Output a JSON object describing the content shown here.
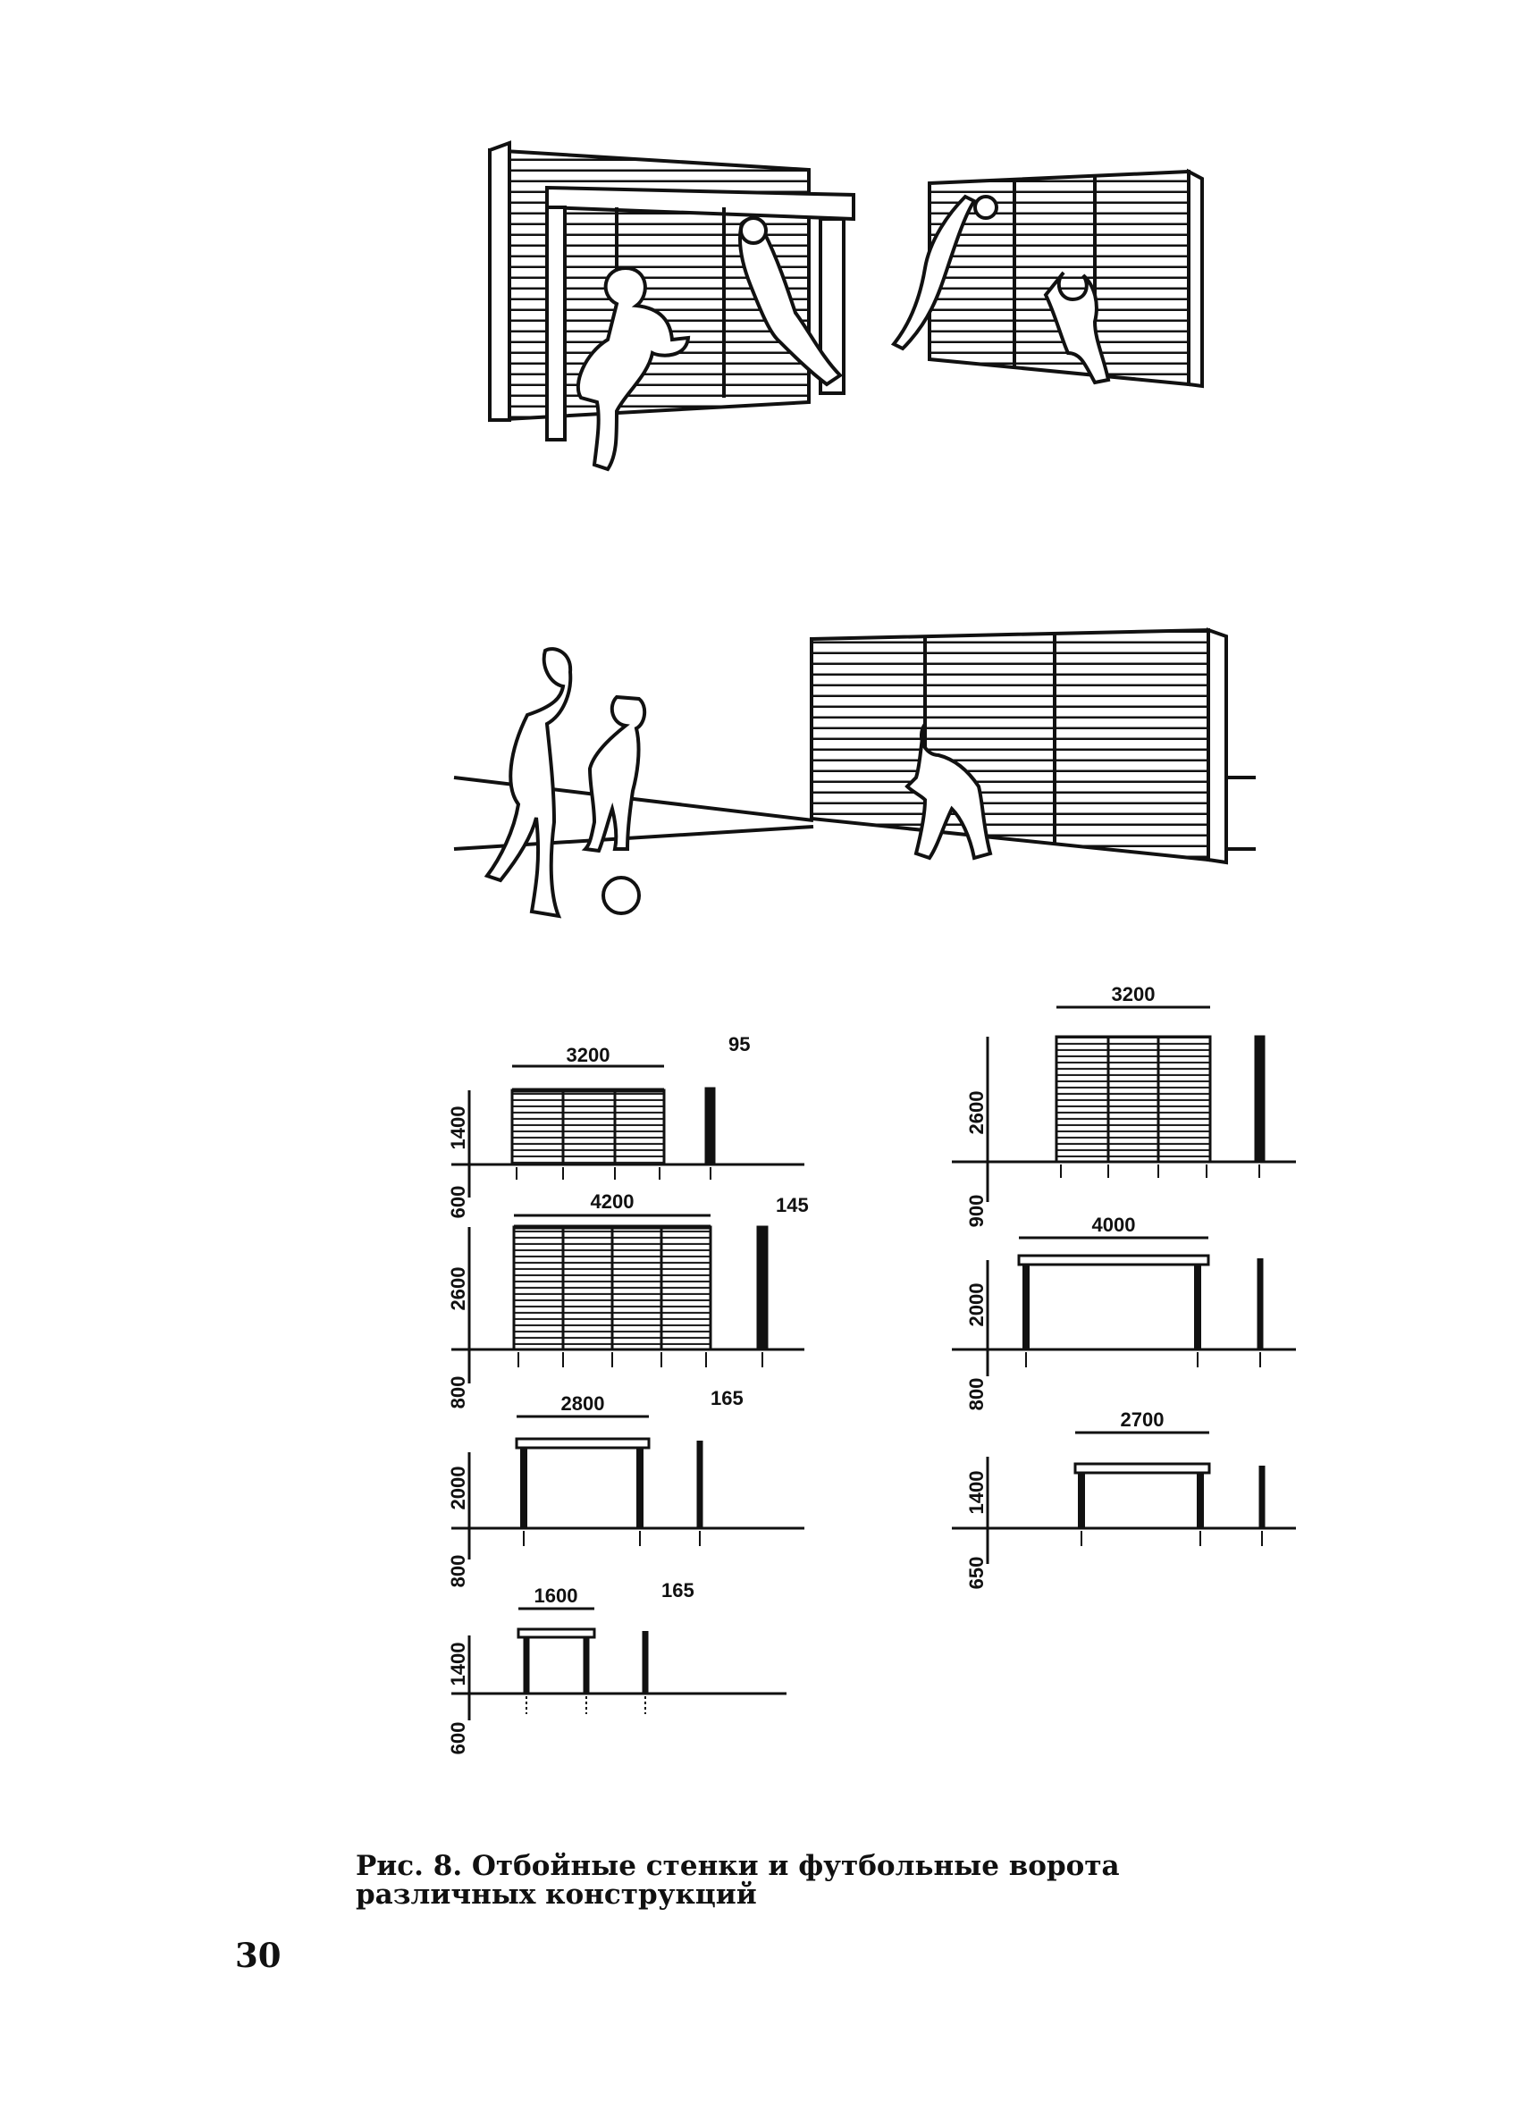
{
  "figure": {
    "caption": "Рис. 8. Отбойные стенки и футбольные ворота различных конструкций",
    "page_number": "30"
  },
  "drawings": [
    {
      "id": "wall-3200-1400",
      "width_label": "3200",
      "height_label": "1400",
      "depth_label": "600",
      "thickness_label": "95"
    },
    {
      "id": "wall-3200-2600",
      "width_label": "3200",
      "height_label": "2600",
      "depth_label": "900"
    },
    {
      "id": "wall-4200-2600",
      "width_label": "4200",
      "height_label": "2600",
      "depth_label": "800",
      "thickness_label": "145"
    },
    {
      "id": "goal-4000-2000",
      "width_label": "4000",
      "height_label": "2000",
      "depth_label": "800"
    },
    {
      "id": "goal-2800-2000",
      "width_label": "2800",
      "height_label": "2000",
      "depth_label": "800",
      "thickness_label": "165"
    },
    {
      "id": "goal-2700-1400",
      "width_label": "2700",
      "height_label": "1400",
      "depth_label": "650"
    },
    {
      "id": "goal-1600-1400",
      "width_label": "1600",
      "height_label": "1400",
      "depth_label": "600",
      "thickness_label": "165"
    }
  ]
}
